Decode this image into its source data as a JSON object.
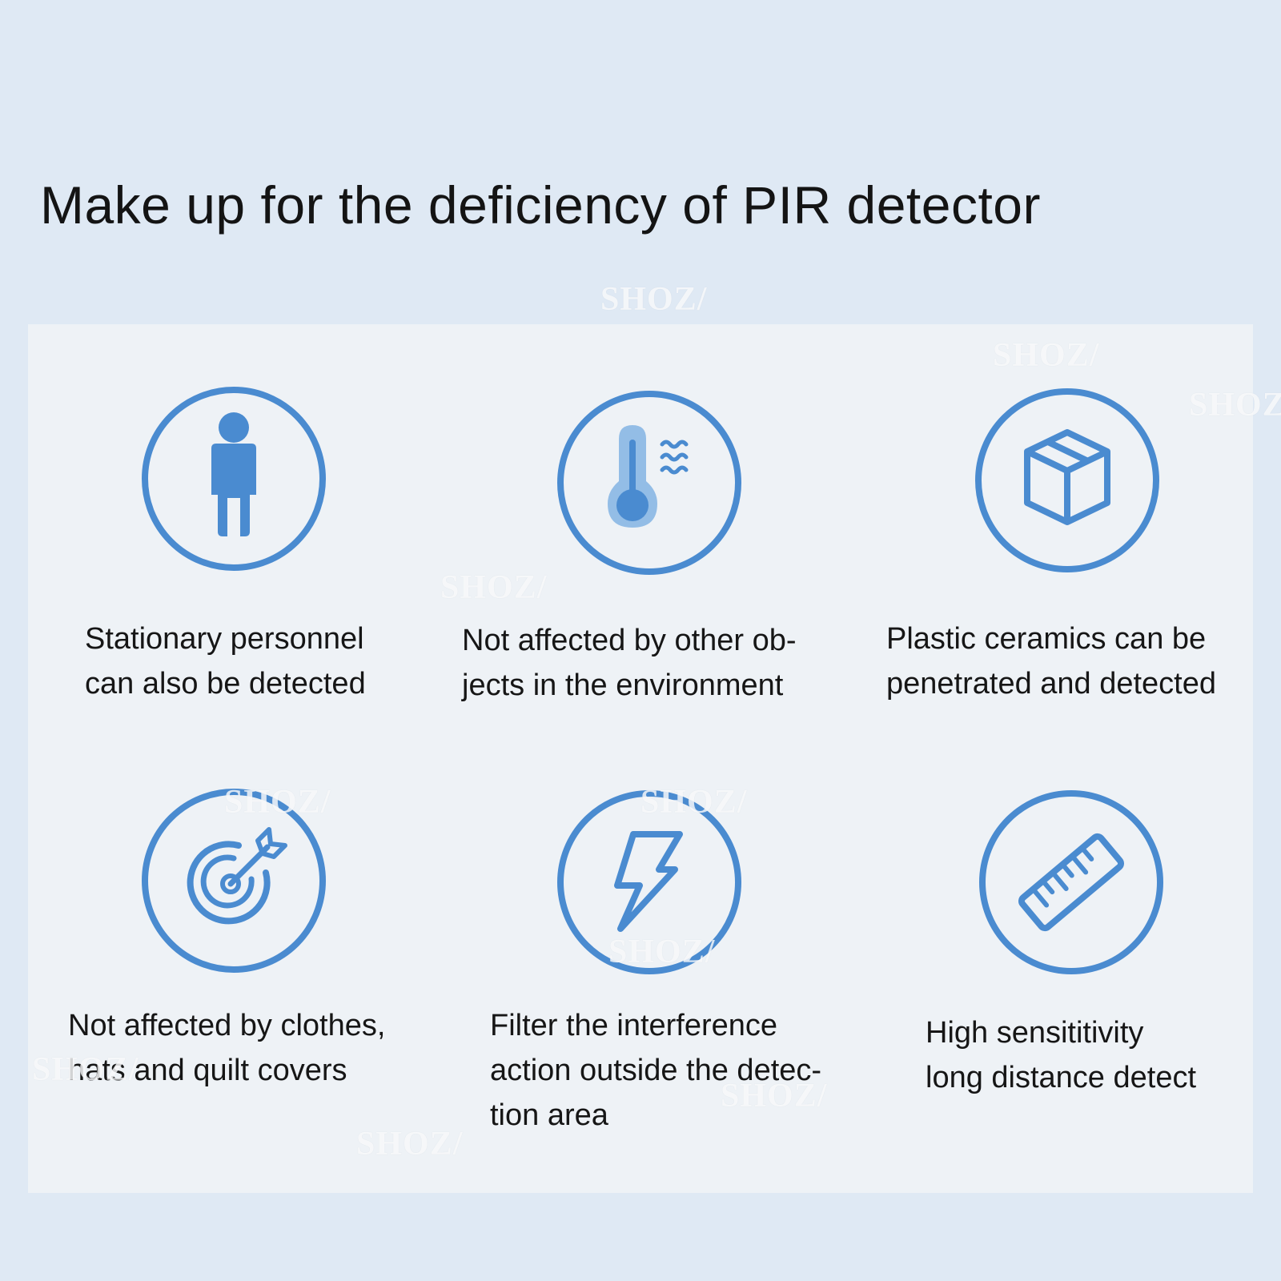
{
  "title": "Make up for the deficiency of PIR detector",
  "accent_color": "#4a8bd0",
  "watermark": "SHOZ/",
  "features": [
    {
      "icon": "person-icon",
      "lines": [
        "Stationary personnel",
        "can also be detected"
      ]
    },
    {
      "icon": "thermometer-icon",
      "lines": [
        "Not affected by other ob-",
        "jects in the environment"
      ]
    },
    {
      "icon": "box-icon",
      "lines": [
        "Plastic ceramics can be",
        "penetrated and detected"
      ]
    },
    {
      "icon": "target-icon",
      "lines": [
        "Not affected by clothes,",
        "hats and quilt covers"
      ]
    },
    {
      "icon": "lightning-icon",
      "lines": [
        "Filter the interference",
        "action outside the detec-",
        "tion area"
      ]
    },
    {
      "icon": "ruler-icon",
      "lines": [
        "High sensititivity",
        "long distance detect"
      ]
    }
  ]
}
